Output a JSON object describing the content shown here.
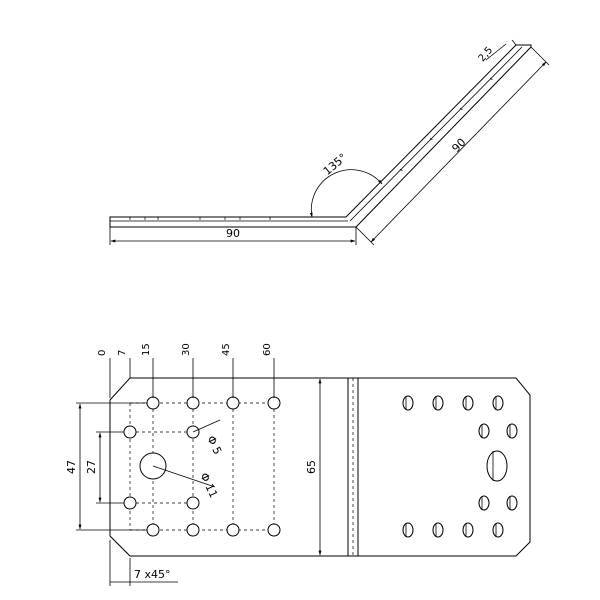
{
  "side_view": {
    "angle_label": "135°",
    "flange_thickness_label": "2,5",
    "inclined_length_label": "90",
    "horizontal_length_label": "90"
  },
  "plan_view": {
    "top_scale_labels": [
      "0",
      "7",
      "15",
      "30",
      "45",
      "60"
    ],
    "height_outer_label": "47",
    "height_inner_label": "27",
    "hole_small_label": "Φ 5",
    "hole_large_label": "Φ 11",
    "width_label": "65",
    "chamfer_label": "7 x45°"
  }
}
